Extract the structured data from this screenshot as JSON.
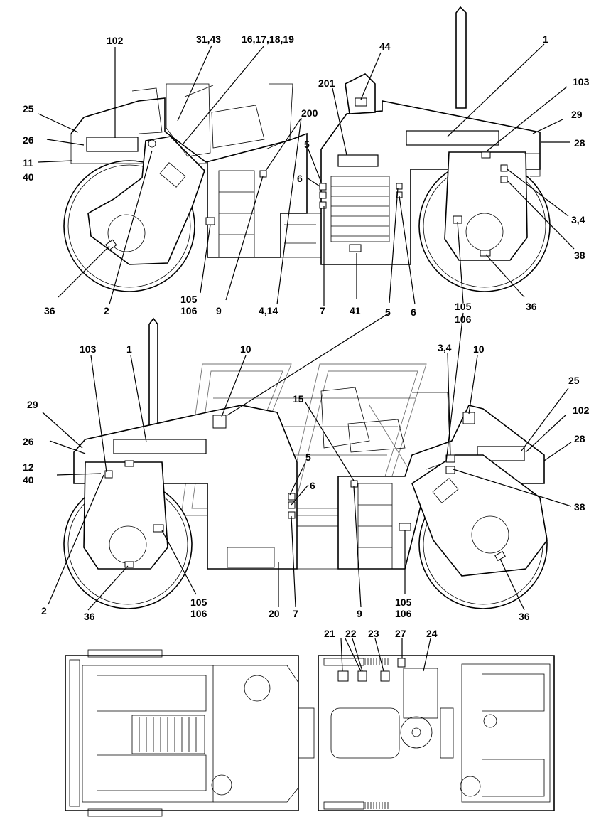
{
  "diagram": {
    "views": [
      {
        "id": "left-side-view",
        "callouts": [
          "102",
          "31,43",
          "16,17,18,19",
          "44",
          "1",
          "103",
          "25",
          "26",
          "11",
          "40",
          "201",
          "200",
          "29",
          "28",
          "5",
          "6",
          "3,4",
          "38",
          "36",
          "2",
          "105",
          "106",
          "9",
          "4,14",
          "7",
          "41",
          "5",
          "6",
          "105",
          "106",
          "36"
        ]
      },
      {
        "id": "right-side-view",
        "callouts": [
          "103",
          "1",
          "10",
          "3,4",
          "10",
          "25",
          "102",
          "29",
          "15",
          "26",
          "28",
          "5",
          "12",
          "40",
          "6",
          "38",
          "2",
          "36",
          "105",
          "106",
          "20",
          "7",
          "9",
          "105",
          "106",
          "36"
        ]
      },
      {
        "id": "top-view",
        "callouts": [
          "21",
          "22",
          "23",
          "27",
          "24"
        ]
      }
    ]
  }
}
